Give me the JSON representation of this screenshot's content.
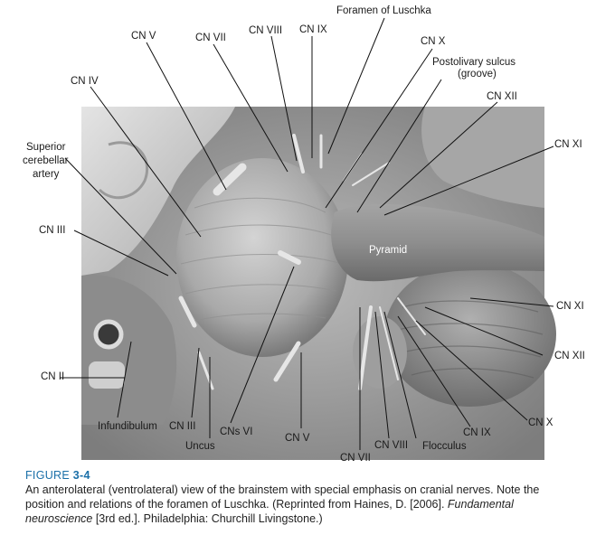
{
  "figure": {
    "labels": {
      "foramen_luschka": "Foramen of Luschka",
      "cn_v_top": "CN V",
      "cn_vii_top": "CN VII",
      "cn_viii_top": "CN VIII",
      "cn_ix_top": "CN IX",
      "cn_x_top": "CN X",
      "postolivary": "Postolivary sulcus",
      "groove": "(groove)",
      "cn_xii_top": "CN XII",
      "cn_iv": "CN IV",
      "cn_xi_right_top": "CN XI",
      "sup_1": "Superior",
      "sup_2": "cerebellar",
      "sup_3": "artery",
      "cn_iii_left": "CN III",
      "pyramid": "Pyramid",
      "cn_xi_right_bottom": "CN XI",
      "cn_xii_right": "CN XII",
      "cn_ii": "CN II",
      "cn_x_bottom": "CN X",
      "infundibulum": "Infundibulum",
      "cn_iii_bottom": "CN III",
      "uncus": "Uncus",
      "cns_vi": "CNs VI",
      "cn_v_bottom": "CN V",
      "cn_viii_bottom": "CN VIII",
      "flocculus": "Flocculus",
      "cn_ix_bottom": "CN IX",
      "cn_vii_bottom": "CN VII"
    }
  },
  "caption": {
    "figure_word": "FIGURE ",
    "figure_number": "3-4",
    "text_1": "An anterolateral (ventrolateral) view of the brainstem with special emphasis on cranial nerves. Note the position and relations of the foramen of Luschka. (Reprinted from Haines, D. [2006]. ",
    "book_title": "Fundamental neuroscience",
    "text_2": " [3rd ed.]. Philadelphia: Churchill Livingstone.)"
  }
}
